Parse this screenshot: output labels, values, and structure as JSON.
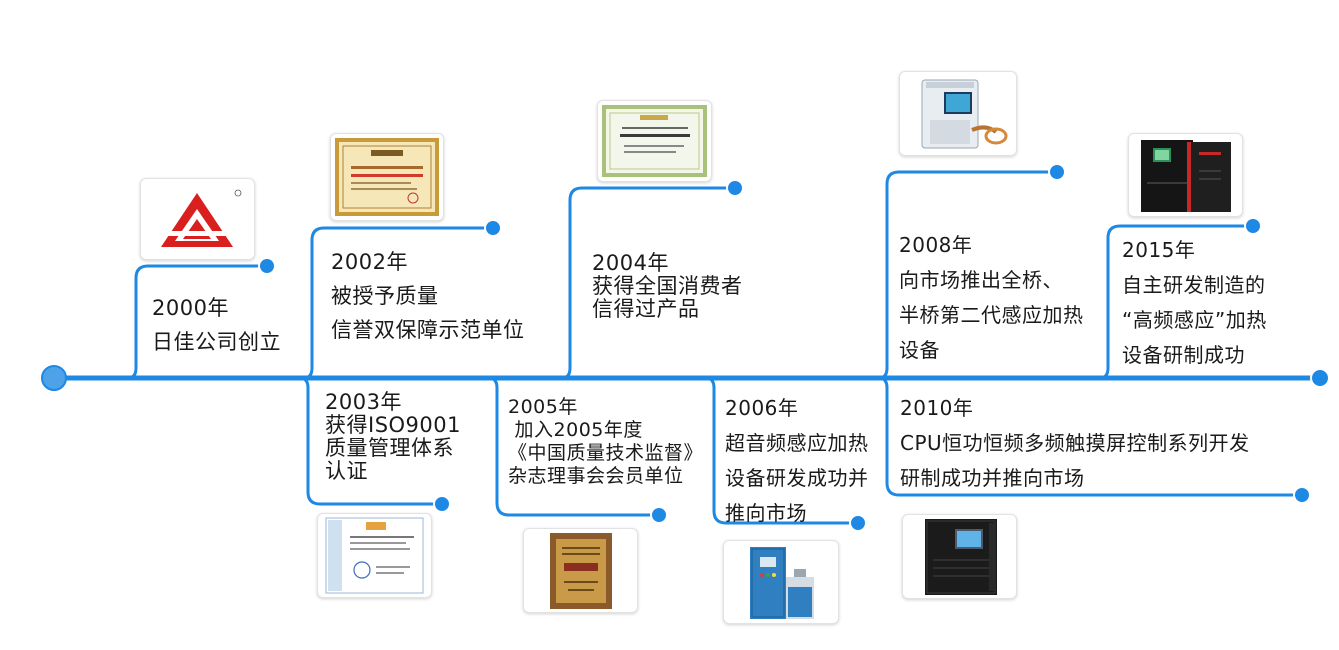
{
  "colors": {
    "line": "#1e88e5",
    "dot": "#1e88e5",
    "logo_red": "#d9201f",
    "certificate_frame": "#c89a3a",
    "plaque_wood": "#8b5a2b",
    "machine_blue": "#2f7fc1",
    "machine_black": "#1b1b1b"
  },
  "events": [
    {
      "year": "2000年",
      "lines": [
        "日佳公司创立"
      ],
      "image": "company-logo"
    },
    {
      "year": "2002年",
      "lines": [
        "被授予质量",
        "信誉双保障示范单位"
      ],
      "image": "certificate"
    },
    {
      "year": "2003年",
      "lines": [
        "获得ISO9001",
        "质量管理体系",
        "认证"
      ],
      "image": "iso-certificate"
    },
    {
      "year": "2004年",
      "lines": [
        "获得全国消费者",
        "信得过产品"
      ],
      "image": "certificate"
    },
    {
      "year": "2005年",
      "lines": [
        " 加入2005年度",
        "《中国质量技术监督》",
        "杂志理事会会员单位"
      ],
      "image": "member-plaque"
    },
    {
      "year": "2006年",
      "lines": [
        "超音频感应加热",
        "设备研发成功并",
        "推向市场"
      ],
      "image": "induction-heater-cabinet"
    },
    {
      "year": "2008年",
      "lines": [
        "向市场推出全桥、",
        "半桥第二代感应加热",
        "设备"
      ],
      "image": "handheld-induction-unit"
    },
    {
      "year": "2010年",
      "lines": [
        "CPU恒功恒频多频触摸屏控制系列开发",
        "研制成功并推向市场"
      ],
      "image": "touchscreen-cabinet"
    },
    {
      "year": "2015年",
      "lines": [
        "自主研发制造的",
        "“高频感应”加热",
        "设备研制成功"
      ],
      "image": "high-frequency-heater"
    }
  ]
}
